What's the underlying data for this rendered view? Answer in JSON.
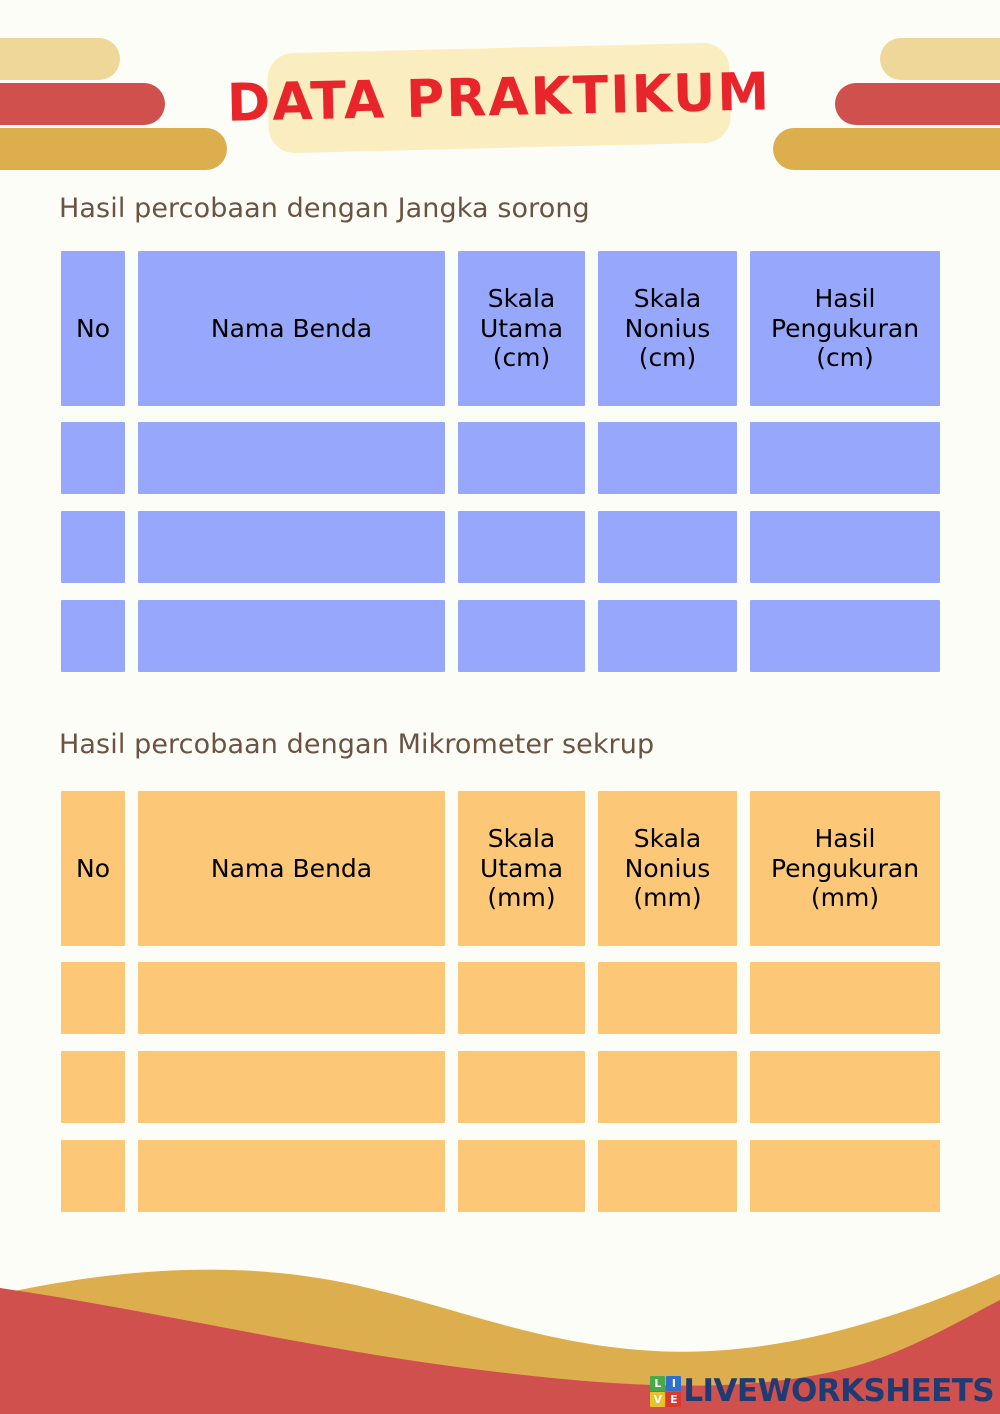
{
  "page": {
    "background_color": "#fdfdf8",
    "title": "DATA PRAKTIKUM"
  },
  "header": {
    "banner_color": "#faeec0",
    "title_color": "#e8252b",
    "decoration": {
      "bar_colors": [
        "#efd79a",
        "#d0504d",
        "#dcae4d"
      ]
    }
  },
  "sections": [
    {
      "heading": "Hasil percobaan dengan Jangka sorong",
      "accent_color": "#97a8fc",
      "table": {
        "columns": [
          "No",
          "Nama Benda",
          "Skala\nUtama\n(cm)",
          "Skala\nNonius\n(cm)",
          "Hasil\nPengukuran\n(cm)"
        ],
        "columns_plain": [
          "No",
          "Nama Benda",
          "Skala Utama (cm)",
          "Skala Nonius (cm)",
          "Hasil Pengukuran (cm)"
        ],
        "rows": [
          [
            "",
            "",
            "",
            "",
            ""
          ],
          [
            "",
            "",
            "",
            "",
            ""
          ],
          [
            "",
            "",
            "",
            "",
            ""
          ]
        ]
      }
    },
    {
      "heading": "Hasil percobaan dengan Mikrometer sekrup",
      "accent_color": "#fcc878",
      "table": {
        "columns": [
          "No",
          "Nama Benda",
          "Skala\nUtama\n(mm)",
          "Skala\nNonius\n(mm)",
          "Hasil\nPengukuran\n(mm)"
        ],
        "columns_plain": [
          "No",
          "Nama Benda",
          "Skala Utama (mm)",
          "Skala Nonius (mm)",
          "Hasil Pengukuran (mm)"
        ],
        "rows": [
          [
            "",
            "",
            "",
            "",
            ""
          ],
          [
            "",
            "",
            "",
            "",
            ""
          ],
          [
            "",
            "",
            "",
            "",
            ""
          ]
        ]
      }
    }
  ],
  "header_labels": {
    "no": "No",
    "nama_benda": "Nama Benda",
    "skala": "Skala",
    "utama": "Utama",
    "nonius": "Nonius",
    "hasil": "Hasil",
    "pengukuran": "Pengukuran",
    "unit_cm": "(cm)",
    "unit_mm": "(mm)"
  },
  "footer": {
    "wave_gold": "#dcae4d",
    "wave_red": "#d0504d",
    "logo": {
      "word": "LIVEWORKSHEETS",
      "word_color": "#1f3b73",
      "tiles": [
        {
          "letter": "L",
          "color": "#49a849"
        },
        {
          "letter": "I",
          "color": "#2f6fd0"
        },
        {
          "letter": "V",
          "color": "#e8c22c"
        },
        {
          "letter": "E",
          "color": "#d93a2b"
        }
      ]
    }
  }
}
